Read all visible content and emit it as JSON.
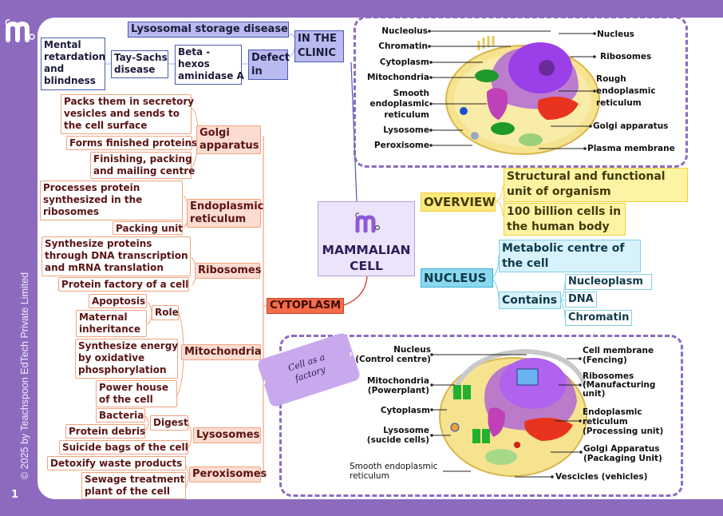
{
  "page": {
    "copyright": "© 2025 by Teachspoon EdTech Private Limited",
    "page_number": "1",
    "logo_icon": "medistudygo-logo-icon",
    "colors": {
      "frame": "#8c6bbf",
      "clinic": "#b9baf0",
      "cytoplasm": "#f46c48",
      "overview": "#fde97d",
      "nucleus": "#8ad8f0",
      "center": "#ece4fa"
    }
  },
  "center": {
    "title_line1": "MAMMALIAN",
    "title_line2": "CELL"
  },
  "clinic": {
    "label_line1": "IN THE",
    "label_line2": "CLINIC",
    "category": "Lysosomal storage disease",
    "defect": {
      "line1": "Defect",
      "line2": "in"
    },
    "enzyme": {
      "line1": "Beta -",
      "line2": "hexos",
      "line3": "aminidase A"
    },
    "disease": {
      "line1": "Tay-Sachs",
      "line2": "disease"
    },
    "outcome": {
      "line1": "Mental",
      "line2": "retardation",
      "line3": "and",
      "line4": "blindness"
    }
  },
  "cytoplasm": {
    "label": "CYTOPLASM",
    "golgi": {
      "label_line1": "Golgi",
      "label_line2": "apparatus",
      "items": [
        {
          "line1": "Packs them in secretory",
          "line2": "vesicles and sends to",
          "line3": "the cell surface"
        },
        {
          "line1": "Forms finished proteins"
        },
        {
          "line1": "Finishing, packing",
          "line2": "and mailing centre"
        }
      ]
    },
    "er": {
      "label_line1": "Endoplasmic",
      "label_line2": "reticulum",
      "items": [
        {
          "line1": "Processes protein",
          "line2": "synthesized in the",
          "line3": "ribosomes"
        },
        {
          "line1": "Packing unit"
        }
      ]
    },
    "ribosomes": {
      "label": "Ribosomes",
      "items": [
        {
          "line1": "Synthesize proteins",
          "line2": "through DNA transcription",
          "line3": "and mRNA translation"
        },
        {
          "line1": "Protein factory of a cell"
        }
      ]
    },
    "mitochondria": {
      "label": "Mitochondria",
      "role_label": "Role",
      "roles": [
        "Apoptosis",
        "Maternal inheritance"
      ],
      "items": [
        {
          "line1": "Synthesize energy",
          "line2": "by oxidative",
          "line3": "phosphorylation"
        },
        {
          "line1": "Power house",
          "line2": "of the cell"
        }
      ]
    },
    "lysosomes": {
      "label": "Lysosomes",
      "digest_label": "Digest",
      "digests": [
        "Bacteria",
        "Protein debris"
      ],
      "items": [
        {
          "line1": "Suicide bags of the cell"
        }
      ]
    },
    "peroxisomes": {
      "label": "Peroxisomes",
      "items": [
        {
          "line1": "Detoxify waste products"
        },
        {
          "line1": "Sewage treatment",
          "line2": "plant of the cell"
        }
      ]
    }
  },
  "overview": {
    "label": "OVERVIEW",
    "items": [
      {
        "line1": "Structural and functional",
        "line2": "unit of organism"
      },
      {
        "line1": "100 billion cells in",
        "line2": "the human body"
      }
    ]
  },
  "nucleus": {
    "label": "NUCLEUS",
    "function": {
      "line1": "Metabolic centre of",
      "line2": "the cell"
    },
    "contains_label": "Contains",
    "contains": [
      "Nucleoplasm",
      "DNA",
      "Chromatin"
    ]
  },
  "diagram_top": {
    "left_labels": [
      "Nucleolus",
      "Chromatin",
      "Cytoplasm",
      "Mitochondria",
      "Smooth",
      "endoplasmic",
      "reticulum",
      "Lysosome",
      "Peroxisome"
    ],
    "right_labels": [
      "Nucleus",
      "Ribosomes",
      "Rough",
      "endoplasmic",
      "reticulum",
      "Golgi apparatus",
      "Plasma membrane"
    ]
  },
  "diagram_bottom": {
    "banner_line1": "Cell as a",
    "banner_line2": "factory",
    "left_labels": [
      {
        "line1": "Nucleus",
        "line2": "(Control centre)"
      },
      {
        "line1": "Mitochondria",
        "line2": "(Powerplant)"
      },
      {
        "line1": "Cytoplasm"
      },
      {
        "line1": "Lysosome",
        "line2": "(sucide cells)"
      },
      {
        "line1": "Smooth endoplasmic",
        "line2": "reticulum"
      }
    ],
    "right_labels": [
      {
        "line1": "Cell membrane",
        "line2": "(Fencing)"
      },
      {
        "line1": "Ribosomes",
        "line2": "(Manufacturing",
        "line3": "unit)"
      },
      {
        "line1": "Endoplasmic",
        "line2": "reticulum",
        "line3": "(Processing unit)"
      },
      {
        "line1": "Golgi Apparatus",
        "line2": "(Packaging Unit)"
      },
      {
        "line1": "Vescicles (vehicles)"
      }
    ]
  }
}
